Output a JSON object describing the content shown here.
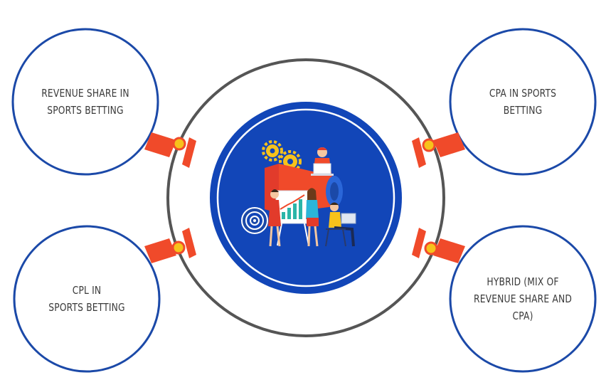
{
  "nodes": [
    {
      "id": "revenue-share",
      "label": "REVENUE SHARE IN\nSPORTS BETTING"
    },
    {
      "id": "cpa",
      "label": "CPA IN SPORTS\nBETTING"
    },
    {
      "id": "cpl",
      "label": "CPL IN\nSPORTS BETTING"
    },
    {
      "id": "hybrid",
      "label": "HYBRID (MIX OF\nREVENUE SHARE AND\nCPA)"
    }
  ],
  "colors": {
    "node_border": "#1b49a8",
    "center_fill": "#1246b8",
    "outer_ring": "#555555",
    "connector": "#f04a2a",
    "connector_dot": "#f7c21b",
    "text": "#3a3a3a"
  },
  "icons": {
    "center": "business-team-illustration-icon"
  }
}
